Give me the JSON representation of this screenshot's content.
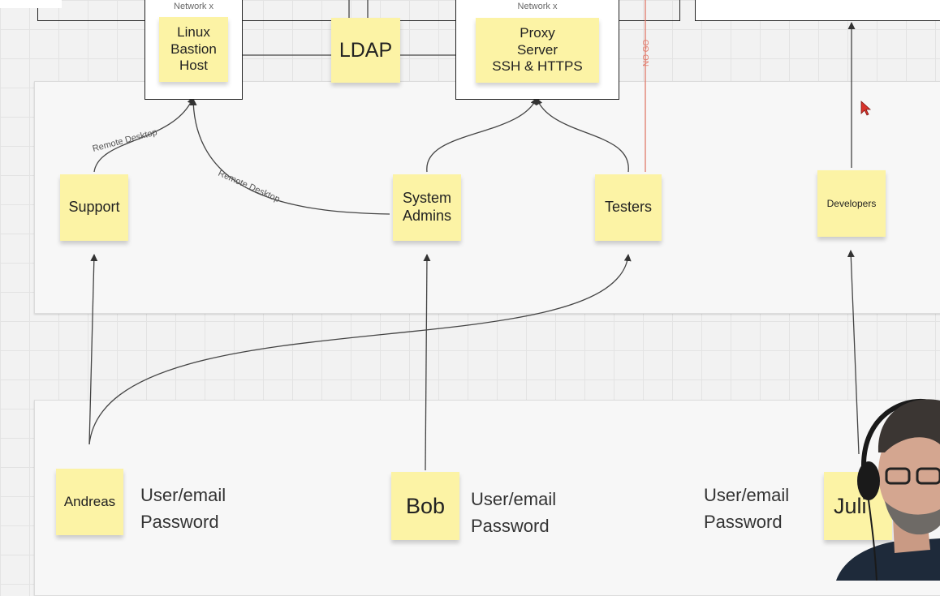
{
  "nodes": {
    "linux_bastion": "Linux\nBastion\nHost",
    "ldap": "LDAP",
    "proxy": "Proxy\nServer\nSSH & HTTPS",
    "support": "Support",
    "system_admins": "System\nAdmins",
    "testers": "Testers",
    "developers": "Developers",
    "andreas": "Andreas",
    "bob": "Bob",
    "julia_partial": "Juli"
  },
  "network_labels": {
    "left": "Network x",
    "right": "Network x"
  },
  "edge_labels": {
    "remote_desktop_1": "Remote Desktop",
    "remote_desktop_2": "Remote Desktop",
    "no_go": "NO GO"
  },
  "credentials": {
    "andreas": {
      "line1": "User/email",
      "line2": "Password"
    },
    "bob": {
      "line1": "User/email",
      "line2": "Password"
    },
    "julia": {
      "line1": "User/email",
      "line2": "Password"
    }
  },
  "colors": {
    "sticky": "#fcf3a5",
    "no_go_line": "#e07a6a",
    "arrow": "#333333"
  }
}
